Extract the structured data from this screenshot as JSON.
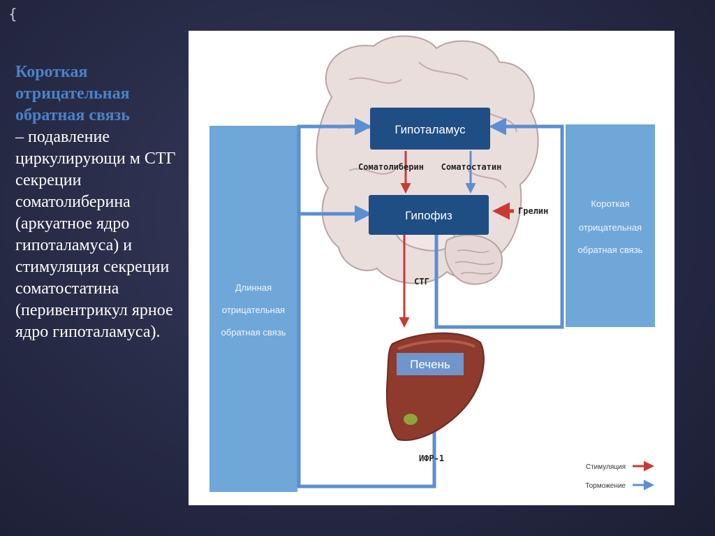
{
  "slide": {
    "heading": "Короткая отрицательная обратная связь",
    "body": "– подавление циркулирующи м СТГ секреции соматолиберина (аркуатное ядро гипоталамуса) и стимуляция секреции соматостатина (перивентрикул ярное ядро гипоталамуса)."
  },
  "diagram": {
    "hypothalamus": "Гипоталамус",
    "pituitary": "Гипофиз",
    "liver": "Печень",
    "somatoliberin": "Соматолиберин",
    "somatostatin": "Соматостатин",
    "ghrelin": "Грелин",
    "stg": "СТГ",
    "igf": "ИФР-1",
    "long_feedback": [
      "Длинная",
      "отрицательная",
      "обратная связь"
    ],
    "short_feedback": [
      "Короткая",
      "отрицательная",
      "обратная связь"
    ]
  },
  "legend": {
    "stimulation": "Стимуляция",
    "inhibition": "Торможение"
  },
  "colors": {
    "stimulation_arrow": "#c93a34",
    "inhibition_arrow": "#5b8fd0",
    "box_fill": "#1f4e85",
    "feedback_panel": "#6fa7d8",
    "liver": "#8e3a2c"
  }
}
